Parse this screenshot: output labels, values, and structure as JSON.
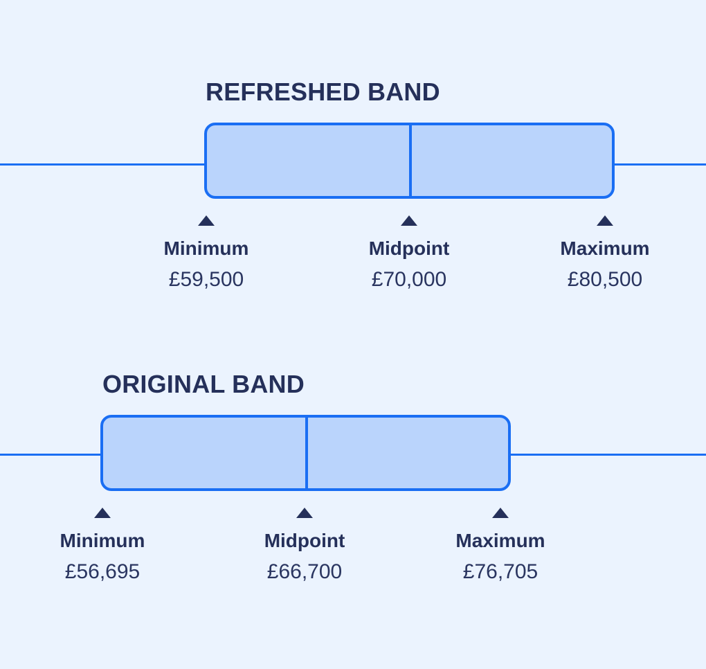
{
  "refreshed": {
    "title": "REFRESHED BAND",
    "minimum": {
      "label": "Minimum",
      "value": "£59,500"
    },
    "midpoint": {
      "label": "Midpoint",
      "value": "£70,000"
    },
    "maximum": {
      "label": "Maximum",
      "value": "£80,500"
    }
  },
  "original": {
    "title": "ORIGINAL BAND",
    "minimum": {
      "label": "Minimum",
      "value": "£56,695"
    },
    "midpoint": {
      "label": "Midpoint",
      "value": "£66,700"
    },
    "maximum": {
      "label": "Maximum",
      "value": "£76,705"
    }
  },
  "colors": {
    "background": "#ebf3fe",
    "accent": "#1a6ef3",
    "box_fill": "#bad4fc",
    "text": "#25305a"
  }
}
